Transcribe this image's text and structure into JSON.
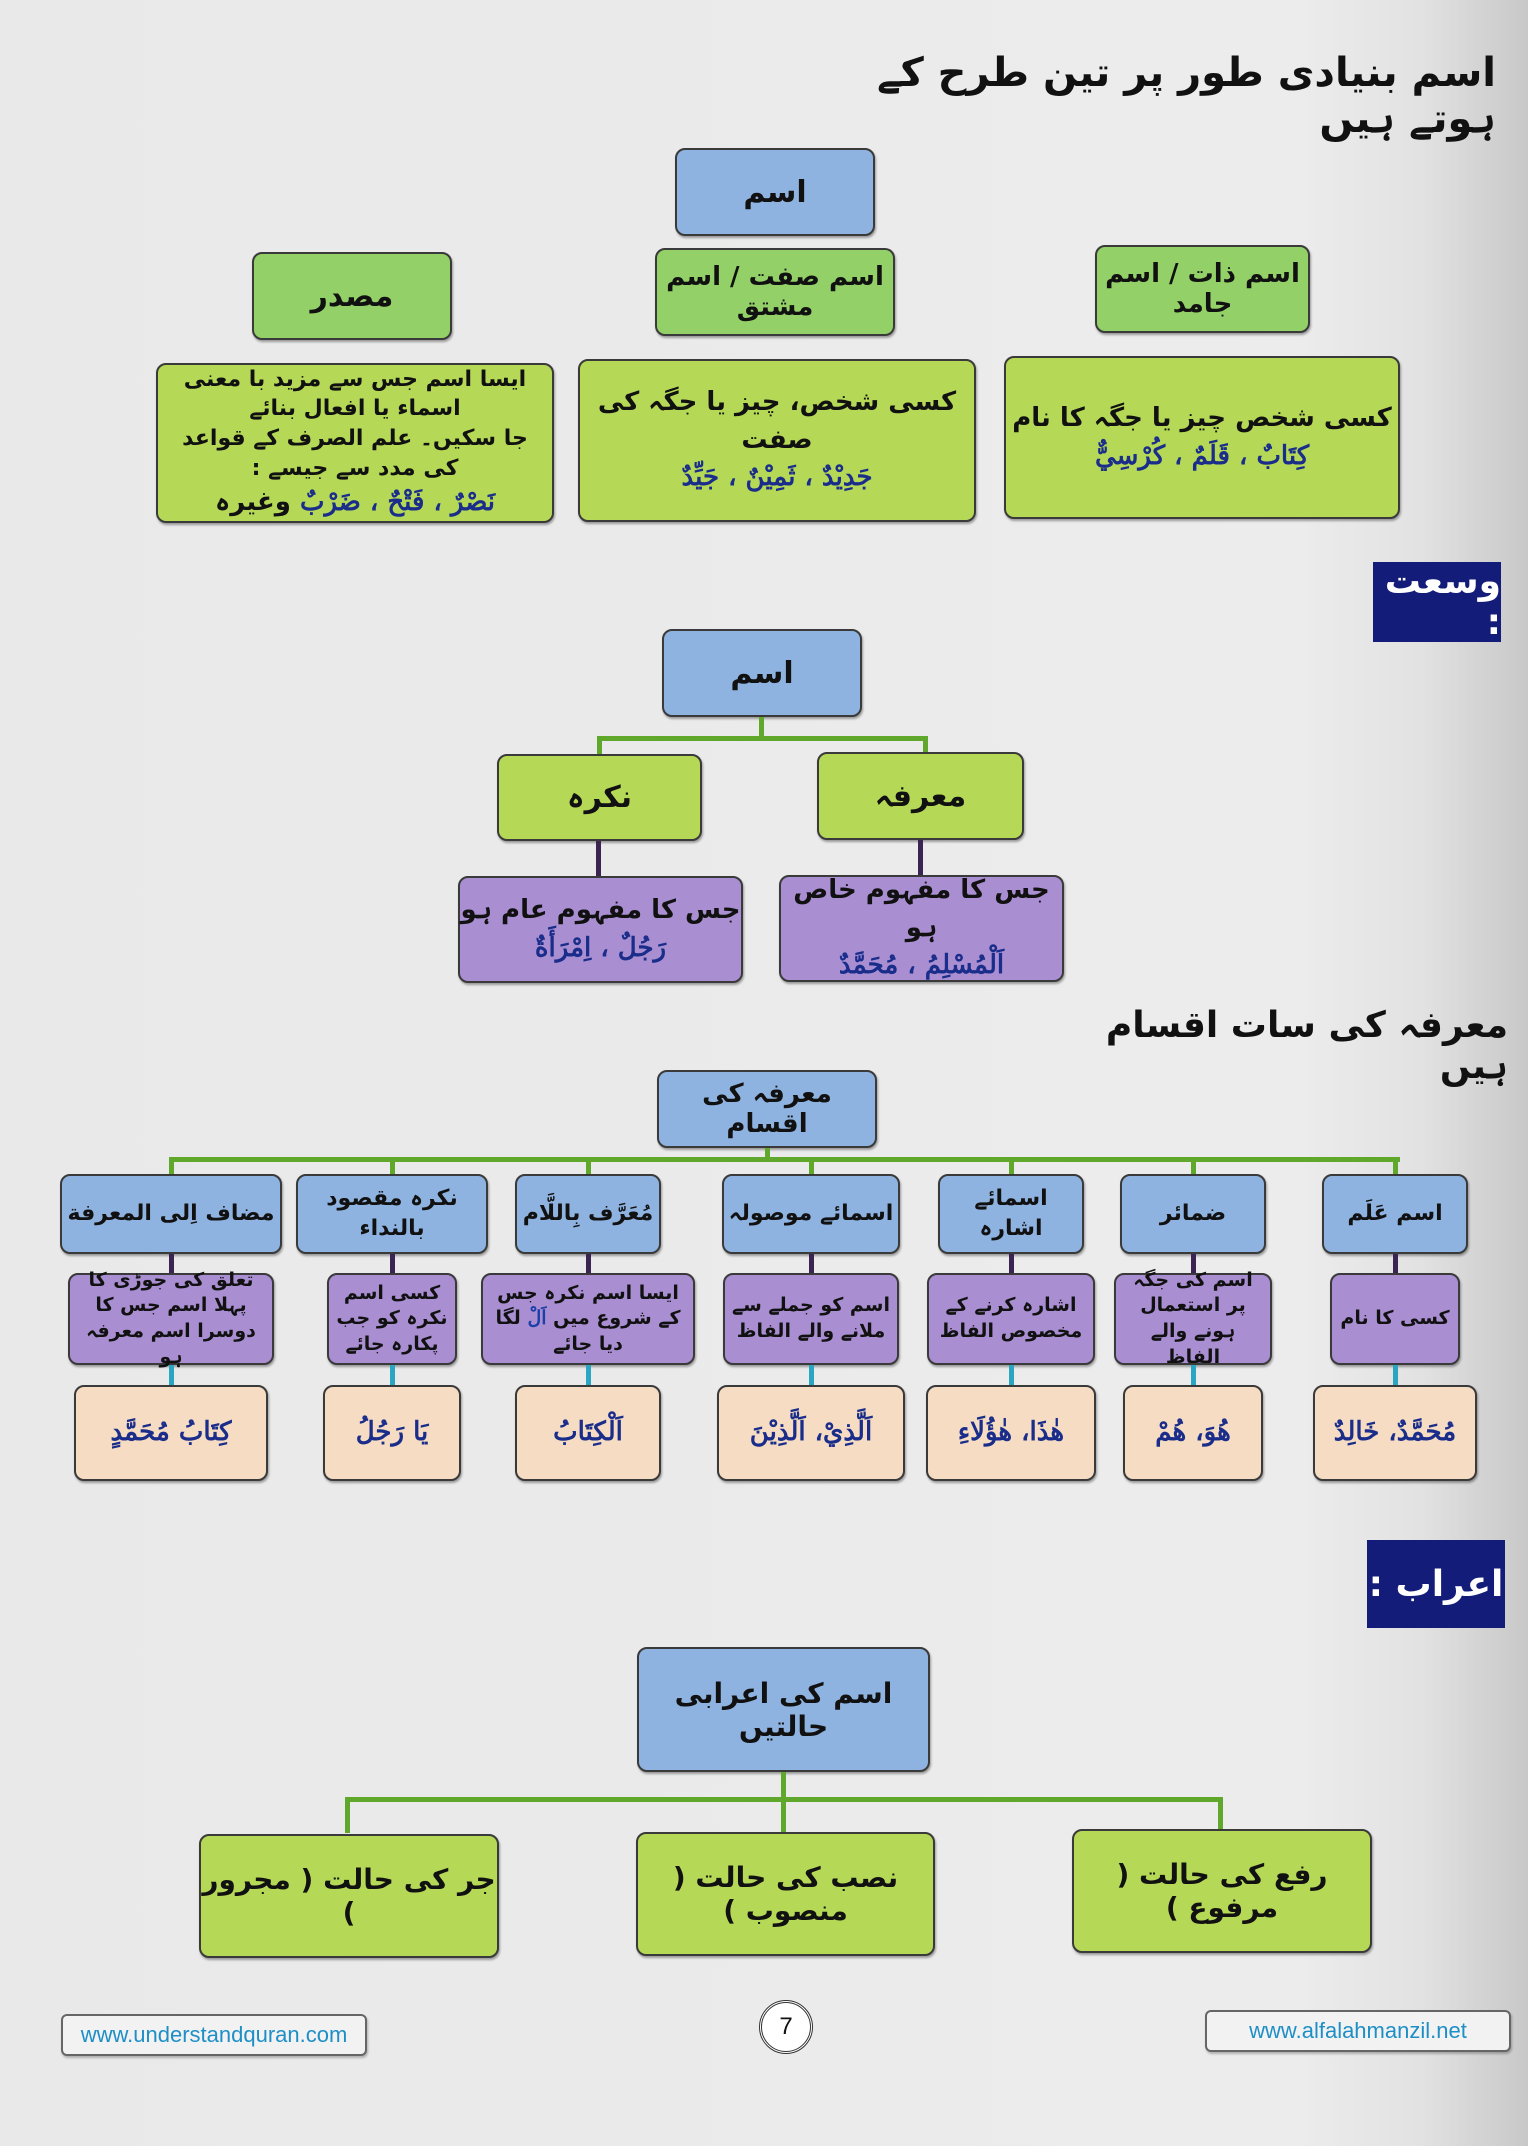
{
  "section1": {
    "heading": "اسم بنیادی طور پر تین طرح کے ہوتے ہیں",
    "root": "اسم",
    "types": [
      {
        "title": "اسم ذات / اسم جامد",
        "desc": "کسی شخص چیز یا جگہ کا نام",
        "examples": "کِتَابٌ ، قَلَمٌ ، كُرْسِيٌّ"
      },
      {
        "title": "اسم صفت / اسم مشتق",
        "desc": "کسی شخص، چیز یا جگہ کی صفت",
        "examples": "جَدِيْدٌ ، ثَمِيْنٌ ، جَيِّدٌ"
      },
      {
        "title": "مصدر",
        "desc_line1": "ایسا اسم جس سے مزید با معنی اسماء یا افعال بنائے",
        "desc_line2": "جا سکیں۔ علم الصرف کے قواعد کی مدد سے جیسے :",
        "examples": "نَصْرٌ ، فَتْحٌ ، ضَرْبٌ",
        "examples_suffix": "وغیرہ"
      }
    ]
  },
  "section2": {
    "label": "وسعت :",
    "root": "اسم",
    "branches": [
      {
        "title": "معرفہ",
        "desc": "جس کا مفہوم خاص ہو",
        "examples": "اَلْمُسْلِمُ ، مُحَمَّدٌ"
      },
      {
        "title": "نکرہ",
        "desc": "جس کا مفہوم عام ہو",
        "examples": "رَجُلٌ ، اِمْرَأَةٌ"
      }
    ]
  },
  "section3": {
    "heading": "معرفہ کی سات اقسام ہیں",
    "root": "معرفہ کی اقسام",
    "types": [
      {
        "title": "اسم عَلَم",
        "desc": "کسی کا نام",
        "example": "مُحَمَّدٌ، خَالِدٌ"
      },
      {
        "title": "ضمائر",
        "desc": "اسم کی جگہ پر استعمال ہونے والے الفاظ",
        "example": "هُوَ، هُمْ"
      },
      {
        "title": "اسمائے اشارہ",
        "desc": "اشارہ کرنے کے مخصوص الفاظ",
        "example": "هٰذَا، هٰؤُلَاءِ"
      },
      {
        "title": "اسمائے موصولہ",
        "desc": "اسم کو جملے سے ملانے والے الفاظ",
        "example": "اَلَّذِيْ، اَلَّذِيْنَ"
      },
      {
        "title": "مُعَرَّف بِاللَّام",
        "desc_pre": "ایسا اسم نکرہ جس کے شروع میں",
        "desc_highlight": "اَلْ",
        "desc_post": "لگا دیا جائے",
        "example": "اَلْكِتَابُ"
      },
      {
        "title": "نکرہ مقصود بالنداء",
        "desc": "کسی اسم نکرہ کو جب پکارہ جائے",
        "example": "يَا رَجُلُ"
      },
      {
        "title": "مضاف اِلی المعرفة",
        "desc": "تعلق کی جوڑی کا پہلا اسم جس کا دوسرا اسم معرفہ ہو",
        "example": "كِتَابُ مُحَمَّدٍ"
      }
    ]
  },
  "section4": {
    "label": "اعراب :",
    "root": "اسم کی اعرابی حالتیں",
    "cases": [
      {
        "title": "رفع کی حالت ( مرفوع )"
      },
      {
        "title": "نصب کی حالت ( منصوب )"
      },
      {
        "title": "جر کی حالت ( مجرور )"
      }
    ]
  },
  "footer": {
    "left_url": "www.understandquran.com",
    "page_number": "7",
    "right_url": "www.alfalahmanzil.net"
  },
  "colors": {
    "root_blue": "#8fb3e0",
    "type_green": "#93d168",
    "desc_lime": "#b5d957",
    "desc_purple": "#a98fd2",
    "example_peach": "#f5dcc3",
    "label_navy": "#141c7a",
    "example_text": "#1a2d8a",
    "connector_green": "#5fa82b",
    "url_blue": "#1e8fc6"
  }
}
